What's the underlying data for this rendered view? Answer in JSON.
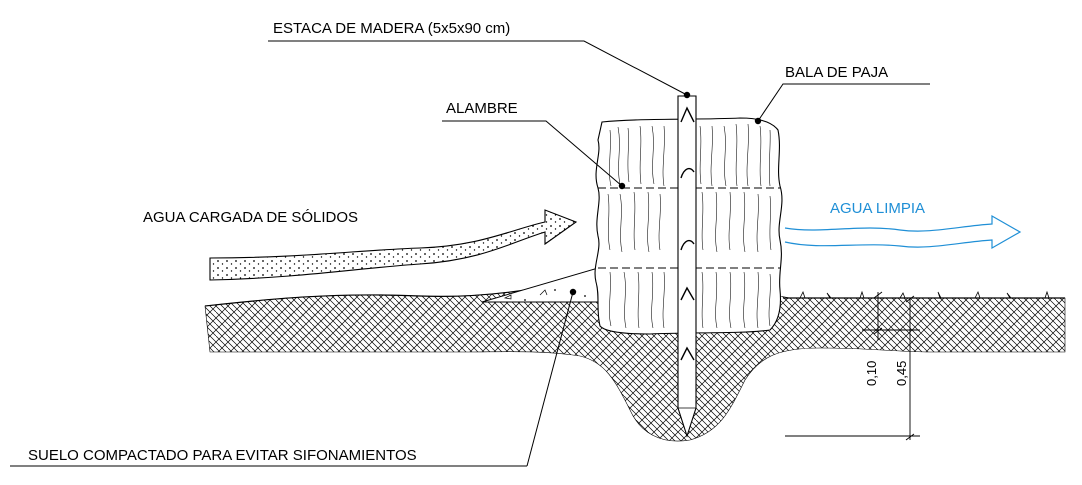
{
  "labels": {
    "stake": "ESTACA DE MADERA (5x5x90 cm)",
    "bale": "BALA DE PAJA",
    "wire": "ALAMBRE",
    "dirty_water": "AGUA CARGADA DE SÓLIDOS",
    "clean_water": "AGUA LIMPIA",
    "compacted_soil": "SUELO COMPACTADO PARA EVITAR SIFONAMIENTOS"
  },
  "dimensions": {
    "upper": "0,10",
    "lower": "0,45"
  },
  "colors": {
    "line": "#000000",
    "clean_water": "#1f8fd6",
    "straw": "#ffffff"
  }
}
